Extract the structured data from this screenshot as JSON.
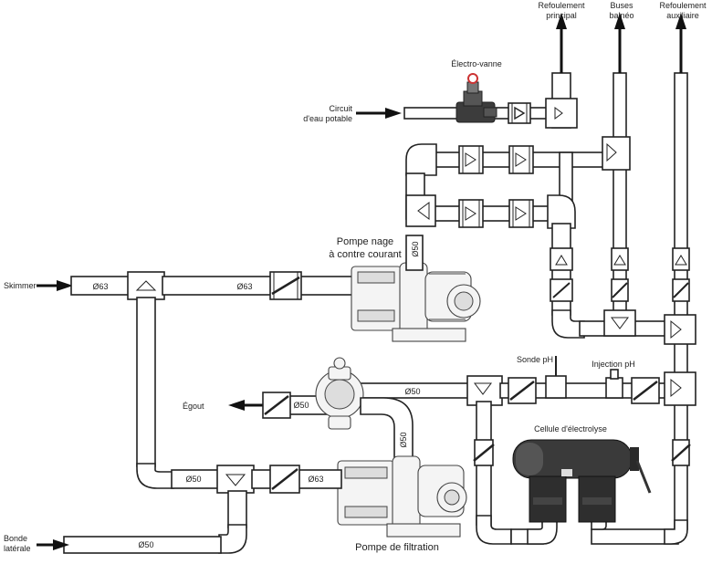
{
  "labels": {
    "refoulement_principal": [
      "Refoulement",
      "principal"
    ],
    "buses_balneo": [
      "Buses",
      "balnéo"
    ],
    "refoulement_auxiliaire": [
      "Refoulement",
      "auxiliaire"
    ],
    "electro_vanne": "Électro-vanne",
    "circuit_eau_potable": [
      "Circuit",
      "d'eau potable"
    ],
    "pompe_nage": [
      "Pompe nage",
      "à contre courant"
    ],
    "skimmer": "Skimmer",
    "egout": "Égout",
    "sonde_ph": "Sonde pH",
    "injection_ph": "Injection pH",
    "cellule_electrolyse": "Cellule d'électrolyse",
    "bonde_laterale": [
      "Bonde",
      "latérale"
    ],
    "pompe_filtration": "Pompe de filtration"
  },
  "diameters": {
    "skimmer_inlet": "Ø63",
    "nage_suction": "Ø63",
    "nage_riser": "Ø50",
    "egout_line": "Ø50",
    "filtration_return": "Ø50",
    "filtration_riser": "Ø50",
    "bottom_junction": "Ø50",
    "filtration_suction": "Ø63",
    "bonde_line": "Ø50"
  },
  "colors": {
    "line": "#222222",
    "pipe_fill": "#ffffff",
    "cell_body": "#3a3a3a"
  }
}
